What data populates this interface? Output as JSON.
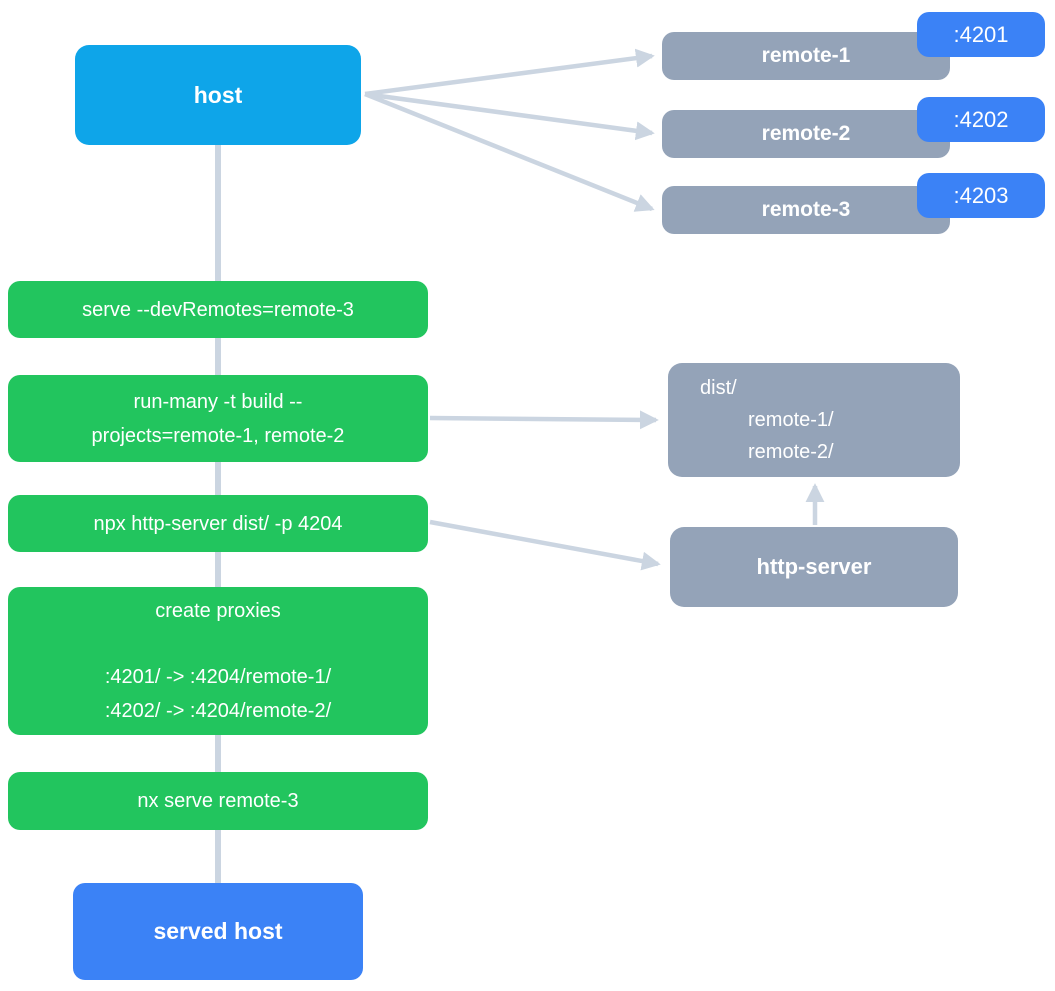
{
  "colors": {
    "host": "#0ea5e9",
    "served_host": "#3b82f6",
    "port": "#3b82f6",
    "remote": "#94a3b8",
    "step": "#22c55e",
    "connector": "#cbd5e1"
  },
  "host": {
    "label": "host"
  },
  "served_host": {
    "label": "served host"
  },
  "remotes": [
    {
      "label": "remote-1",
      "port": ":4201"
    },
    {
      "label": "remote-2",
      "port": ":4202"
    },
    {
      "label": "remote-3",
      "port": ":4203"
    }
  ],
  "steps": {
    "serve": {
      "line1": "serve --devRemotes=remote-3"
    },
    "build": {
      "line1": "run-many -t build --",
      "line2": "projects=remote-1, remote-2"
    },
    "http": {
      "line1": "npx http-server dist/ -p 4204"
    },
    "proxies": {
      "title": "create proxies",
      "map1": ":4201/ -> :4204/remote-1/",
      "map2": ":4202/ -> :4204/remote-2/"
    },
    "serve_remote3": {
      "line1": "nx serve remote-3"
    }
  },
  "dist": {
    "line1": "dist/",
    "line2": "remote-1/",
    "line3": "remote-2/"
  },
  "http_server": {
    "label": "http-server"
  }
}
